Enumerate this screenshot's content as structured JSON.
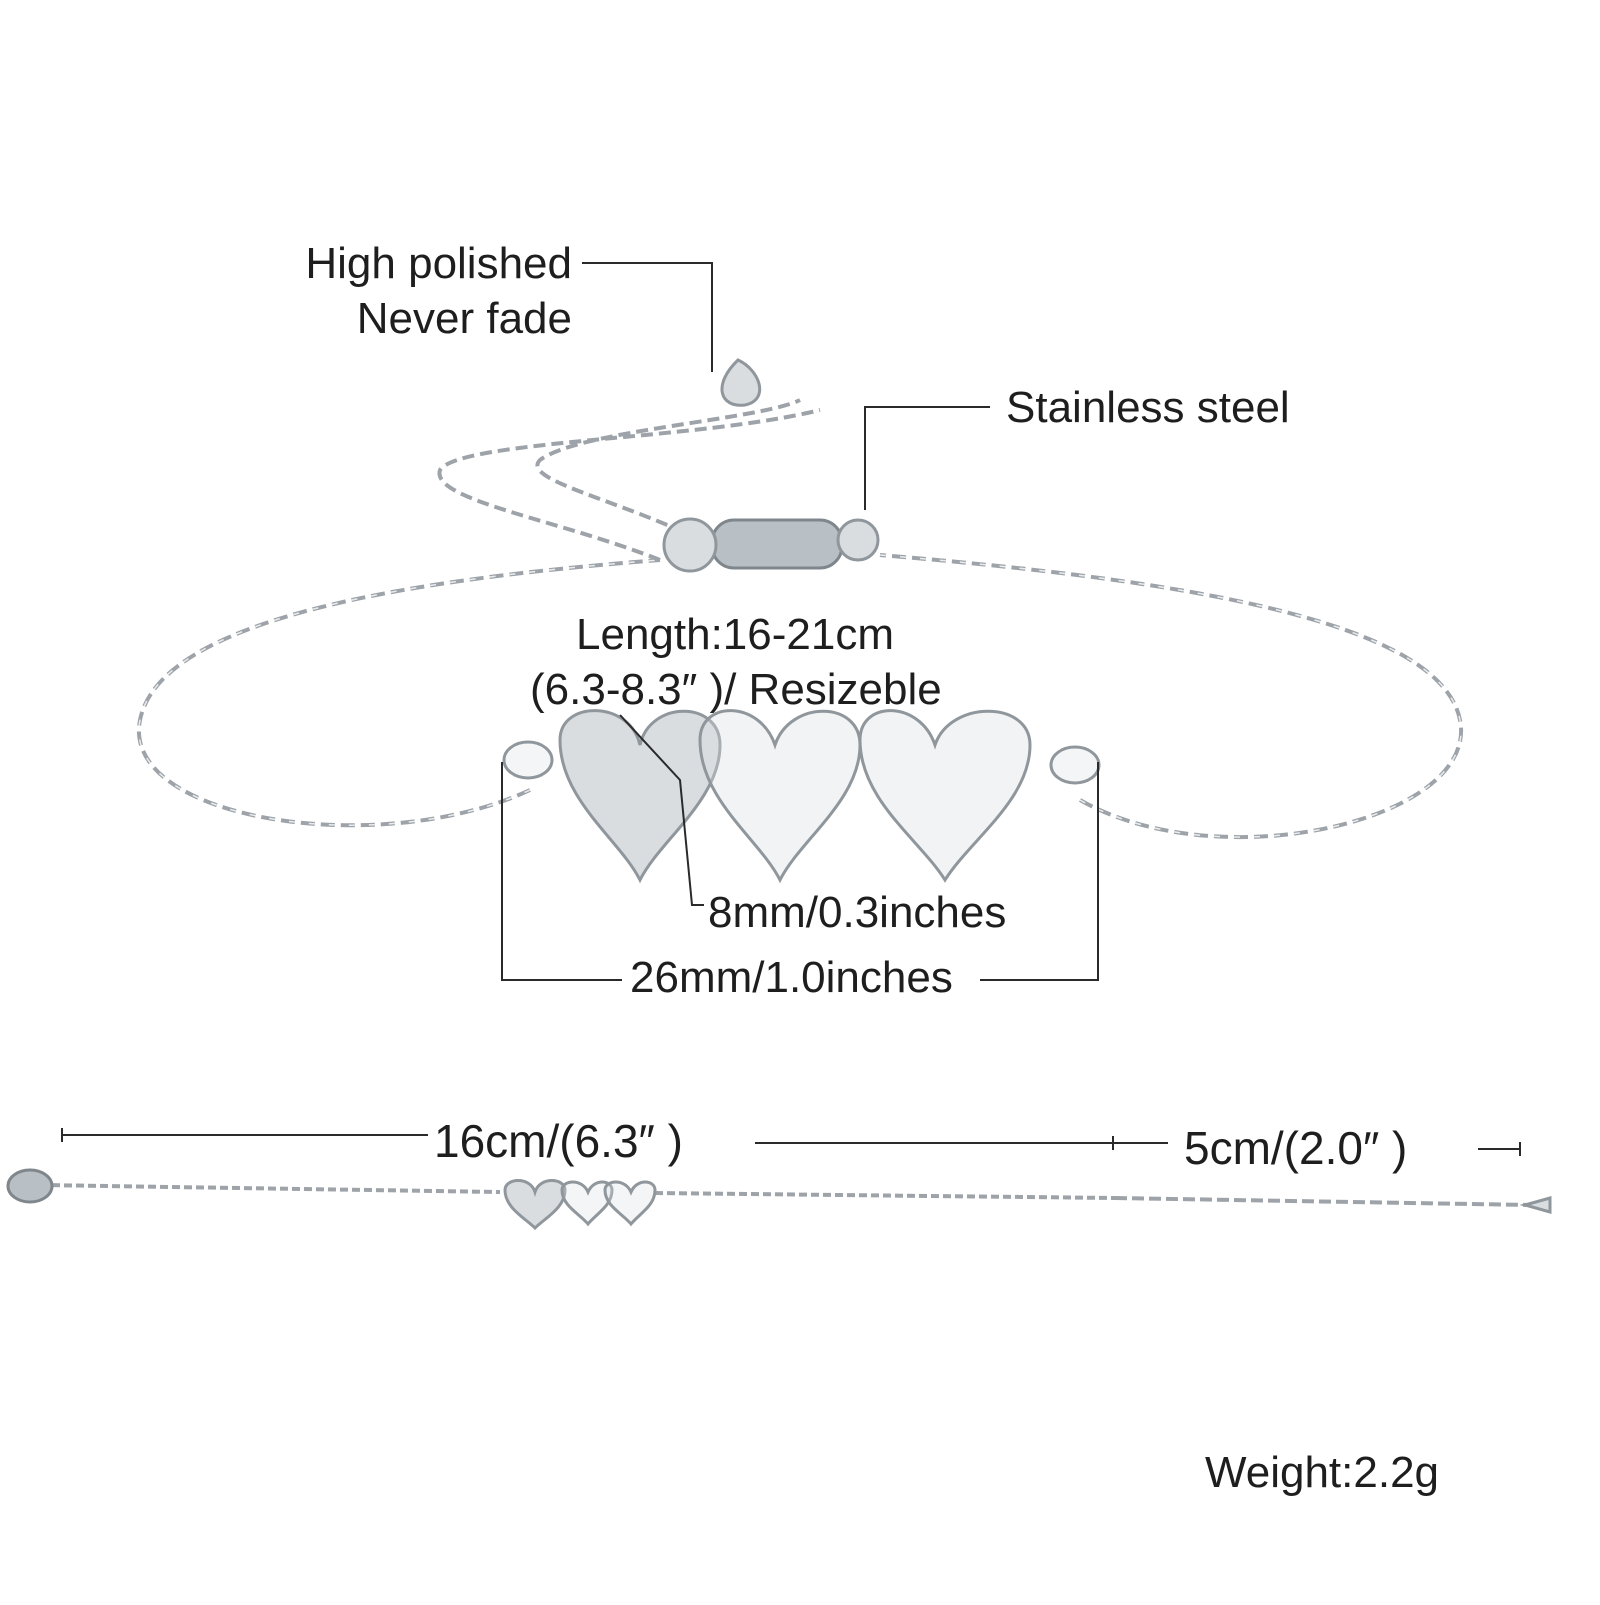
{
  "colors": {
    "background": "#ffffff",
    "text": "#1e1e1e",
    "metal": "#c8cdd1"
  },
  "callouts": {
    "finish_line1": "High polished",
    "finish_line2": "Never fade",
    "material": "Stainless steel",
    "length_line1": "Length:16-21cm",
    "length_line2": "(6.3-8.3″ )/ Resizeble",
    "pendant_height": "8mm/0.3inches",
    "pendant_width": "26mm/1.0inches"
  },
  "lower_bracelet": {
    "main_length": "16cm/(6.3″ )",
    "extension_length": "5cm/(2.0″ )"
  },
  "weight": "Weight:2.2g"
}
